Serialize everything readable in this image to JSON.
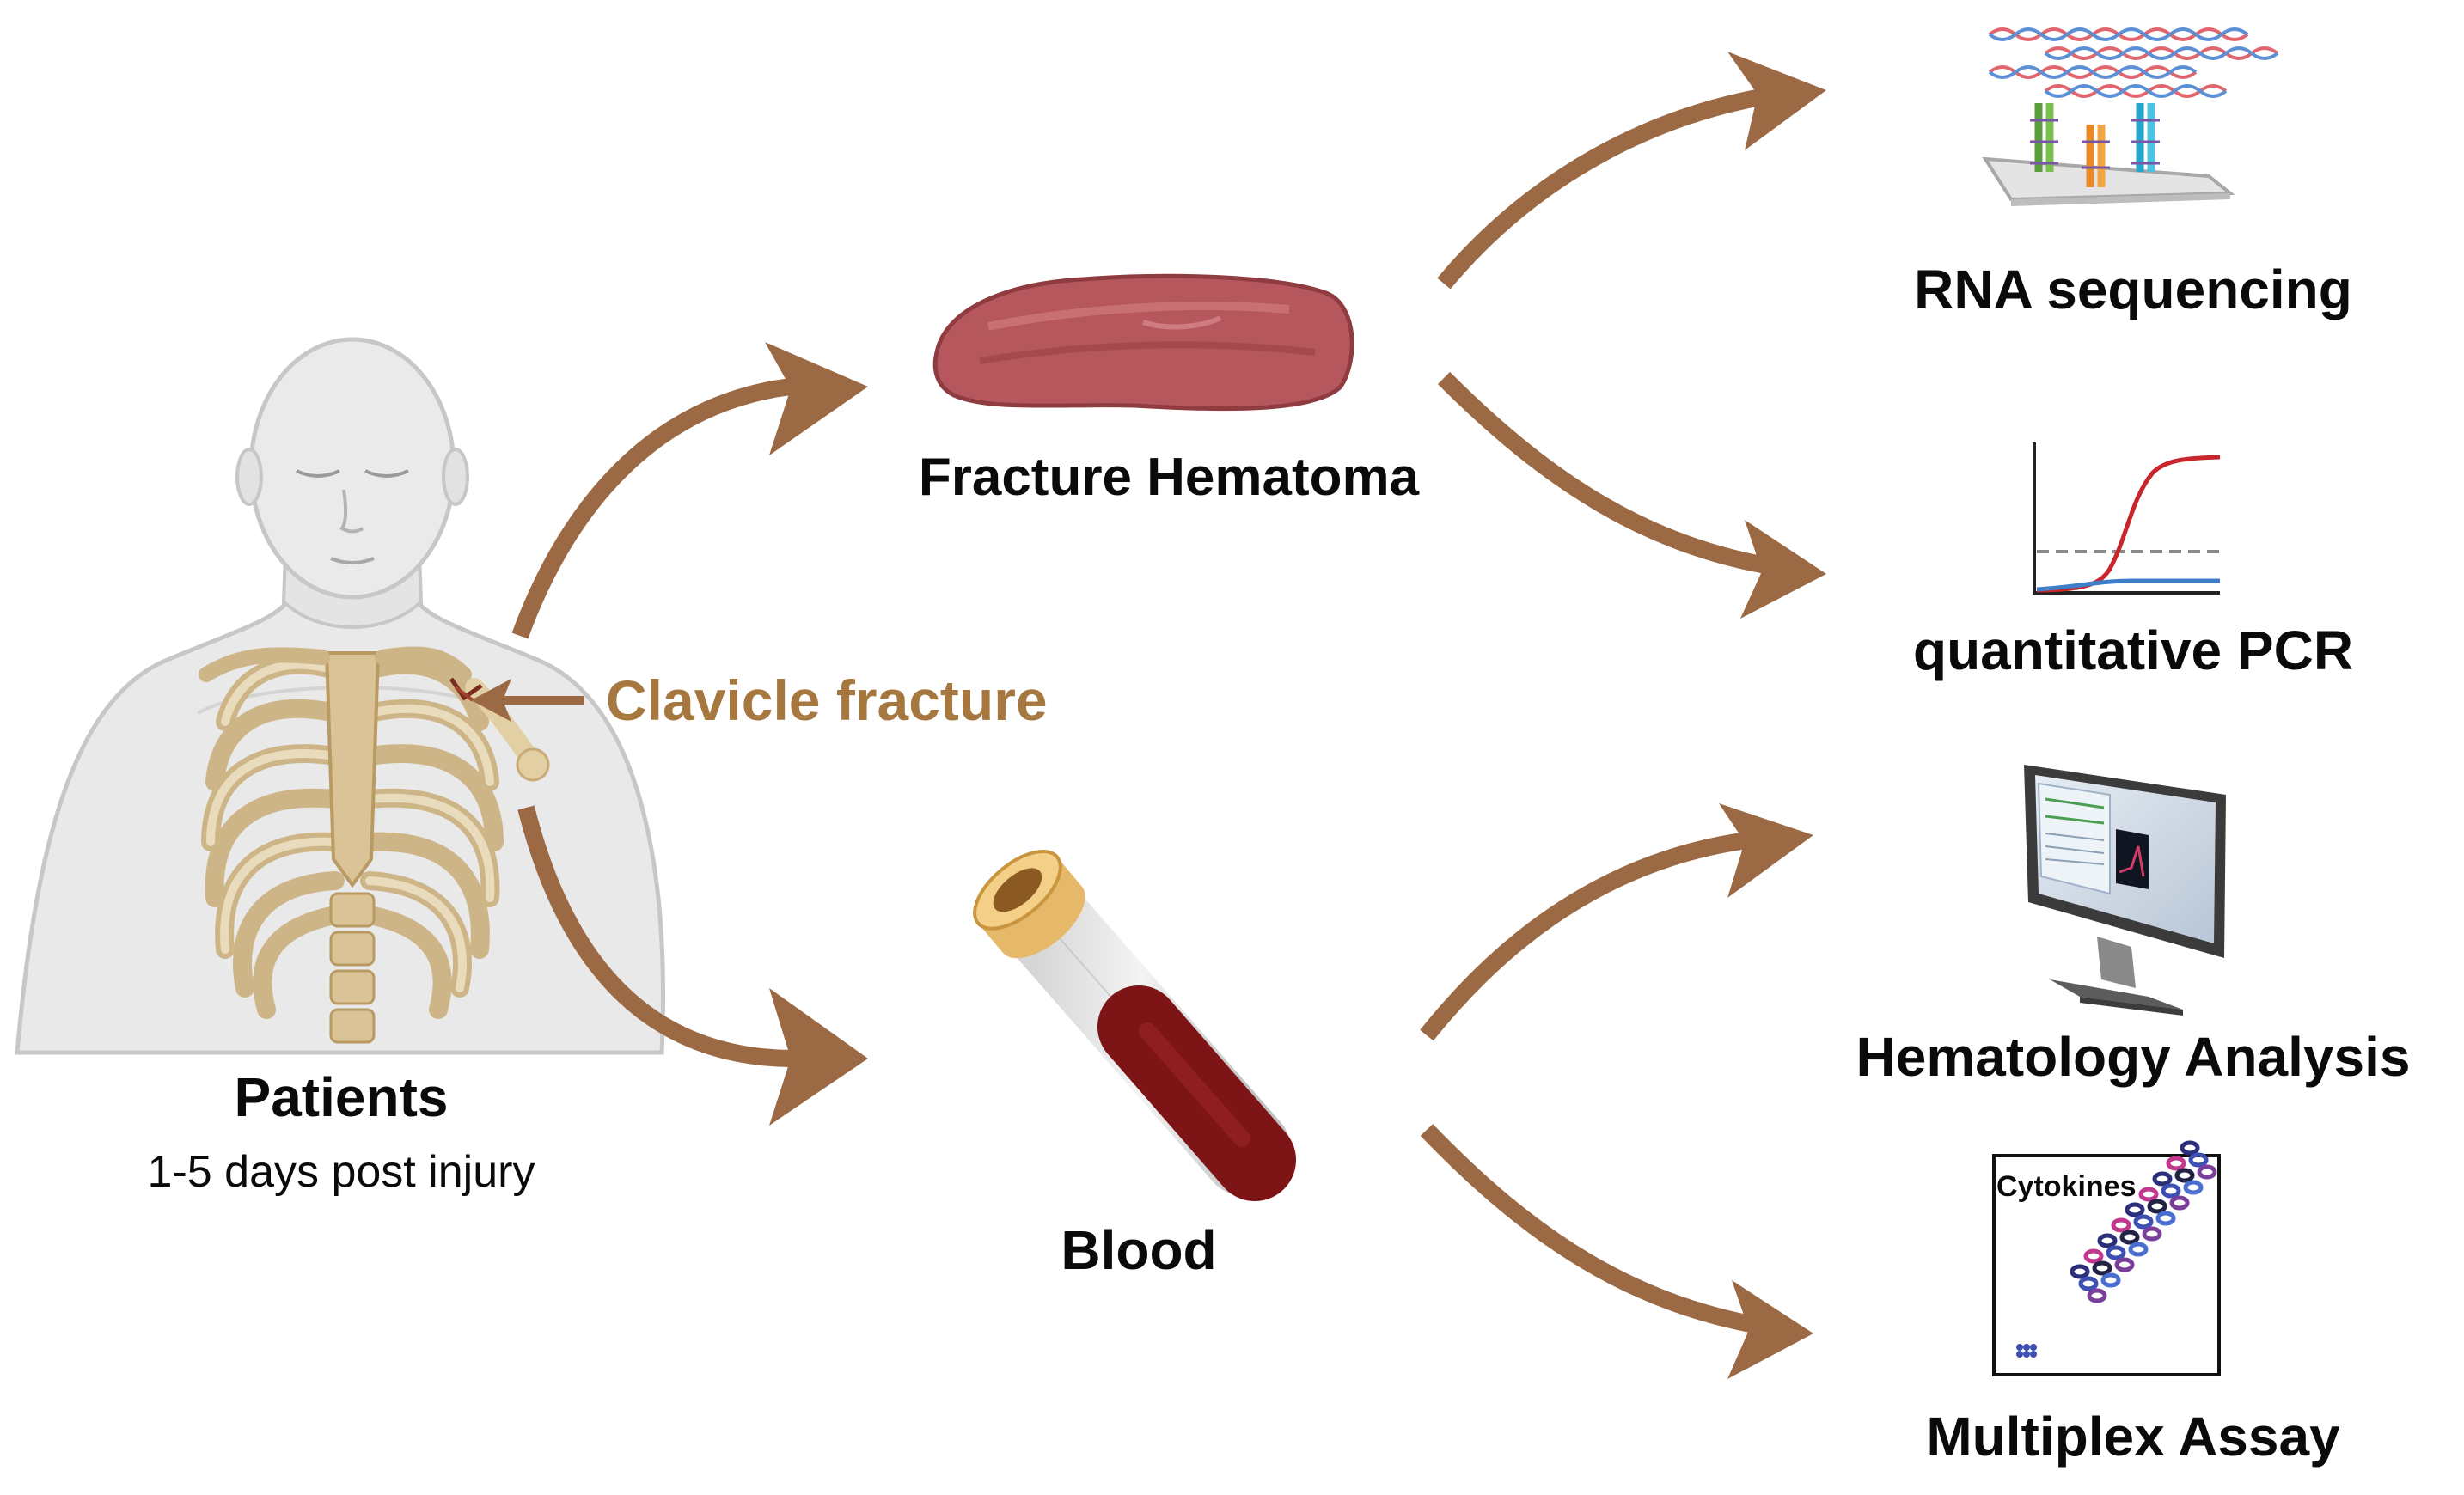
{
  "patient": {
    "label": "Patients",
    "sublabel": "1-5 days post injury"
  },
  "fracture_callout": {
    "label": "Clavicle fracture",
    "color": "#a6783f"
  },
  "samples": {
    "hematoma": {
      "label": "Fracture Hematoma",
      "icon": "hematoma-tissue-icon"
    },
    "blood": {
      "label": "Blood",
      "icon": "blood-tube-icon"
    }
  },
  "analyses": {
    "rna": {
      "label": "RNA sequencing",
      "icon": "dna-microarray-icon"
    },
    "qpcr": {
      "label": "quantitative PCR",
      "icon": "amplification-curve-icon"
    },
    "hematology": {
      "label": "Hematology Analysis",
      "icon": "computer-monitor-icon"
    },
    "multiplex": {
      "label": "Multiplex Assay",
      "icon": "cytokine-scatter-icon",
      "plot_label": "Cytokines"
    }
  },
  "colors": {
    "arrow": "#9b6a44",
    "hematoma": "#b5575c",
    "blood": "#7d1416",
    "bone": "#dcc8a0",
    "text": "#0a0a0a"
  }
}
